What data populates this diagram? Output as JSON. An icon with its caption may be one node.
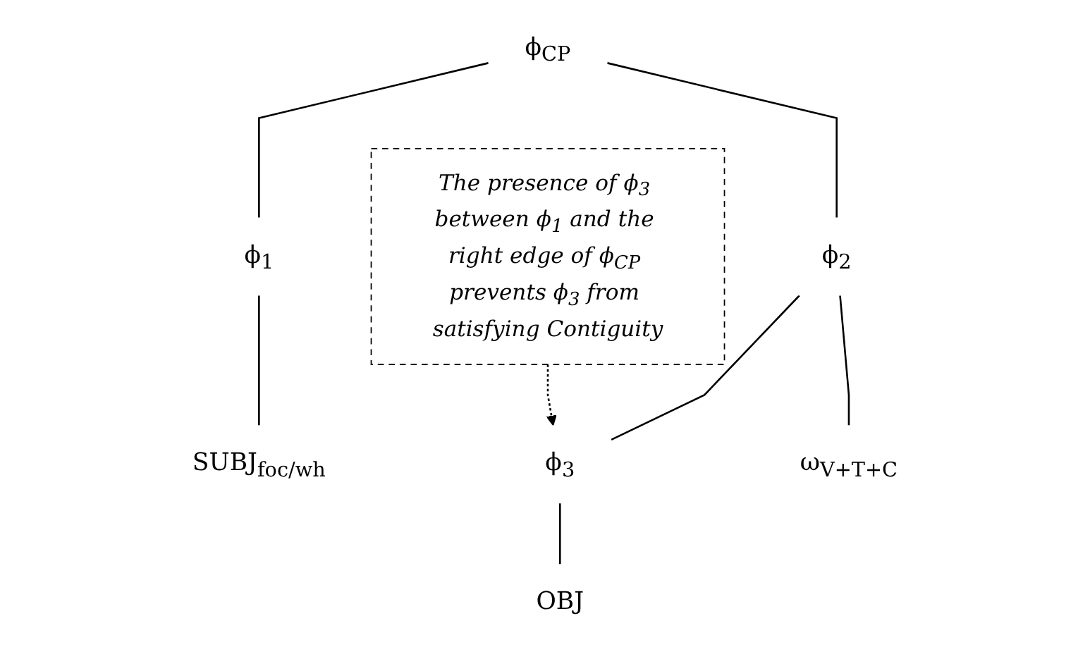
{
  "diagram": {
    "nodes": [
      {
        "text": [
          "ϕ$_{CP}$"
        ]
      },
      {
        "text": [
          "ϕ$_{1}$"
        ]
      },
      {
        "text": [
          "ϕ$_{2}$"
        ]
      },
      {
        "text": [
          "SUBJ$_{foc/wh}$"
        ]
      },
      {
        "text": [
          "ϕ$_{3}$"
        ]
      },
      {
        "text": [
          "ω$_{V+T+C}$"
        ]
      },
      {
        "text": [
          "OBJ"
        ]
      },
      {
        "text": [
          "The presence of ϕ$_{3}$ between ϕ$_{1}$ and the right edge of ϕ$_{CP}$ prevents ϕ$_{3}$ from satisfying Contiguity"
        ]
      }
    ],
    "edges": [
      {
        "from": 0,
        "to": 1,
        "arrow": "none"
      },
      {
        "from": 0,
        "to": 2,
        "arrow": "none"
      },
      {
        "from": 1,
        "to": 3,
        "arrow": "none"
      },
      {
        "from": 2,
        "to": 4,
        "arrow": "none"
      },
      {
        "from": 2,
        "to": 5,
        "arrow": "none"
      },
      {
        "from": 4,
        "to": 6,
        "arrow": "none"
      },
      {
        "from": 7,
        "to": 4,
        "arrow": "to",
        "style": "dashed"
      }
    ]
  }
}
